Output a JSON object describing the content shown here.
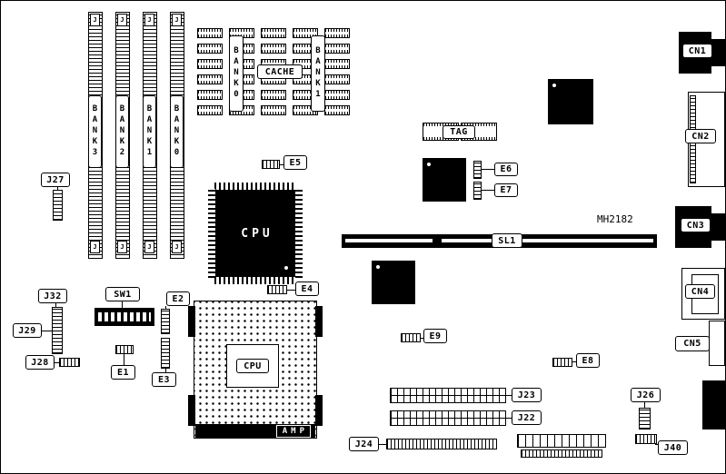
{
  "simm": {
    "end_label": "J",
    "banks": [
      "BANK3",
      "BANK2",
      "BANK1",
      "BANK0"
    ]
  },
  "cache": {
    "bank0_label": "BANK0",
    "cache_label": "CACHE",
    "bank1_label": "BANK1",
    "tag_label": "TAG"
  },
  "cpu": {
    "qfp_label": "CPU",
    "socket_label": "CPU",
    "socket_brand": "AMP"
  },
  "slot": {
    "sl1_label": "SL1",
    "part_text": "MH2182"
  },
  "jumpers": {
    "j27": "J27",
    "j32": "J32",
    "j29": "J29",
    "j28": "J28",
    "sw1": "SW1",
    "e1": "E1",
    "e2": "E2",
    "e3": "E3",
    "e4": "E4",
    "e5": "E5",
    "e6": "E6",
    "e7": "E7",
    "e8": "E8",
    "e9": "E9"
  },
  "connectors": {
    "j22": "J22",
    "j23": "J23",
    "j24": "J24",
    "j26": "J26",
    "j40": "J40",
    "cn1": "CN1",
    "cn2": "CN2",
    "cn3": "CN3",
    "cn4": "CN4",
    "cn5": "CN5"
  }
}
